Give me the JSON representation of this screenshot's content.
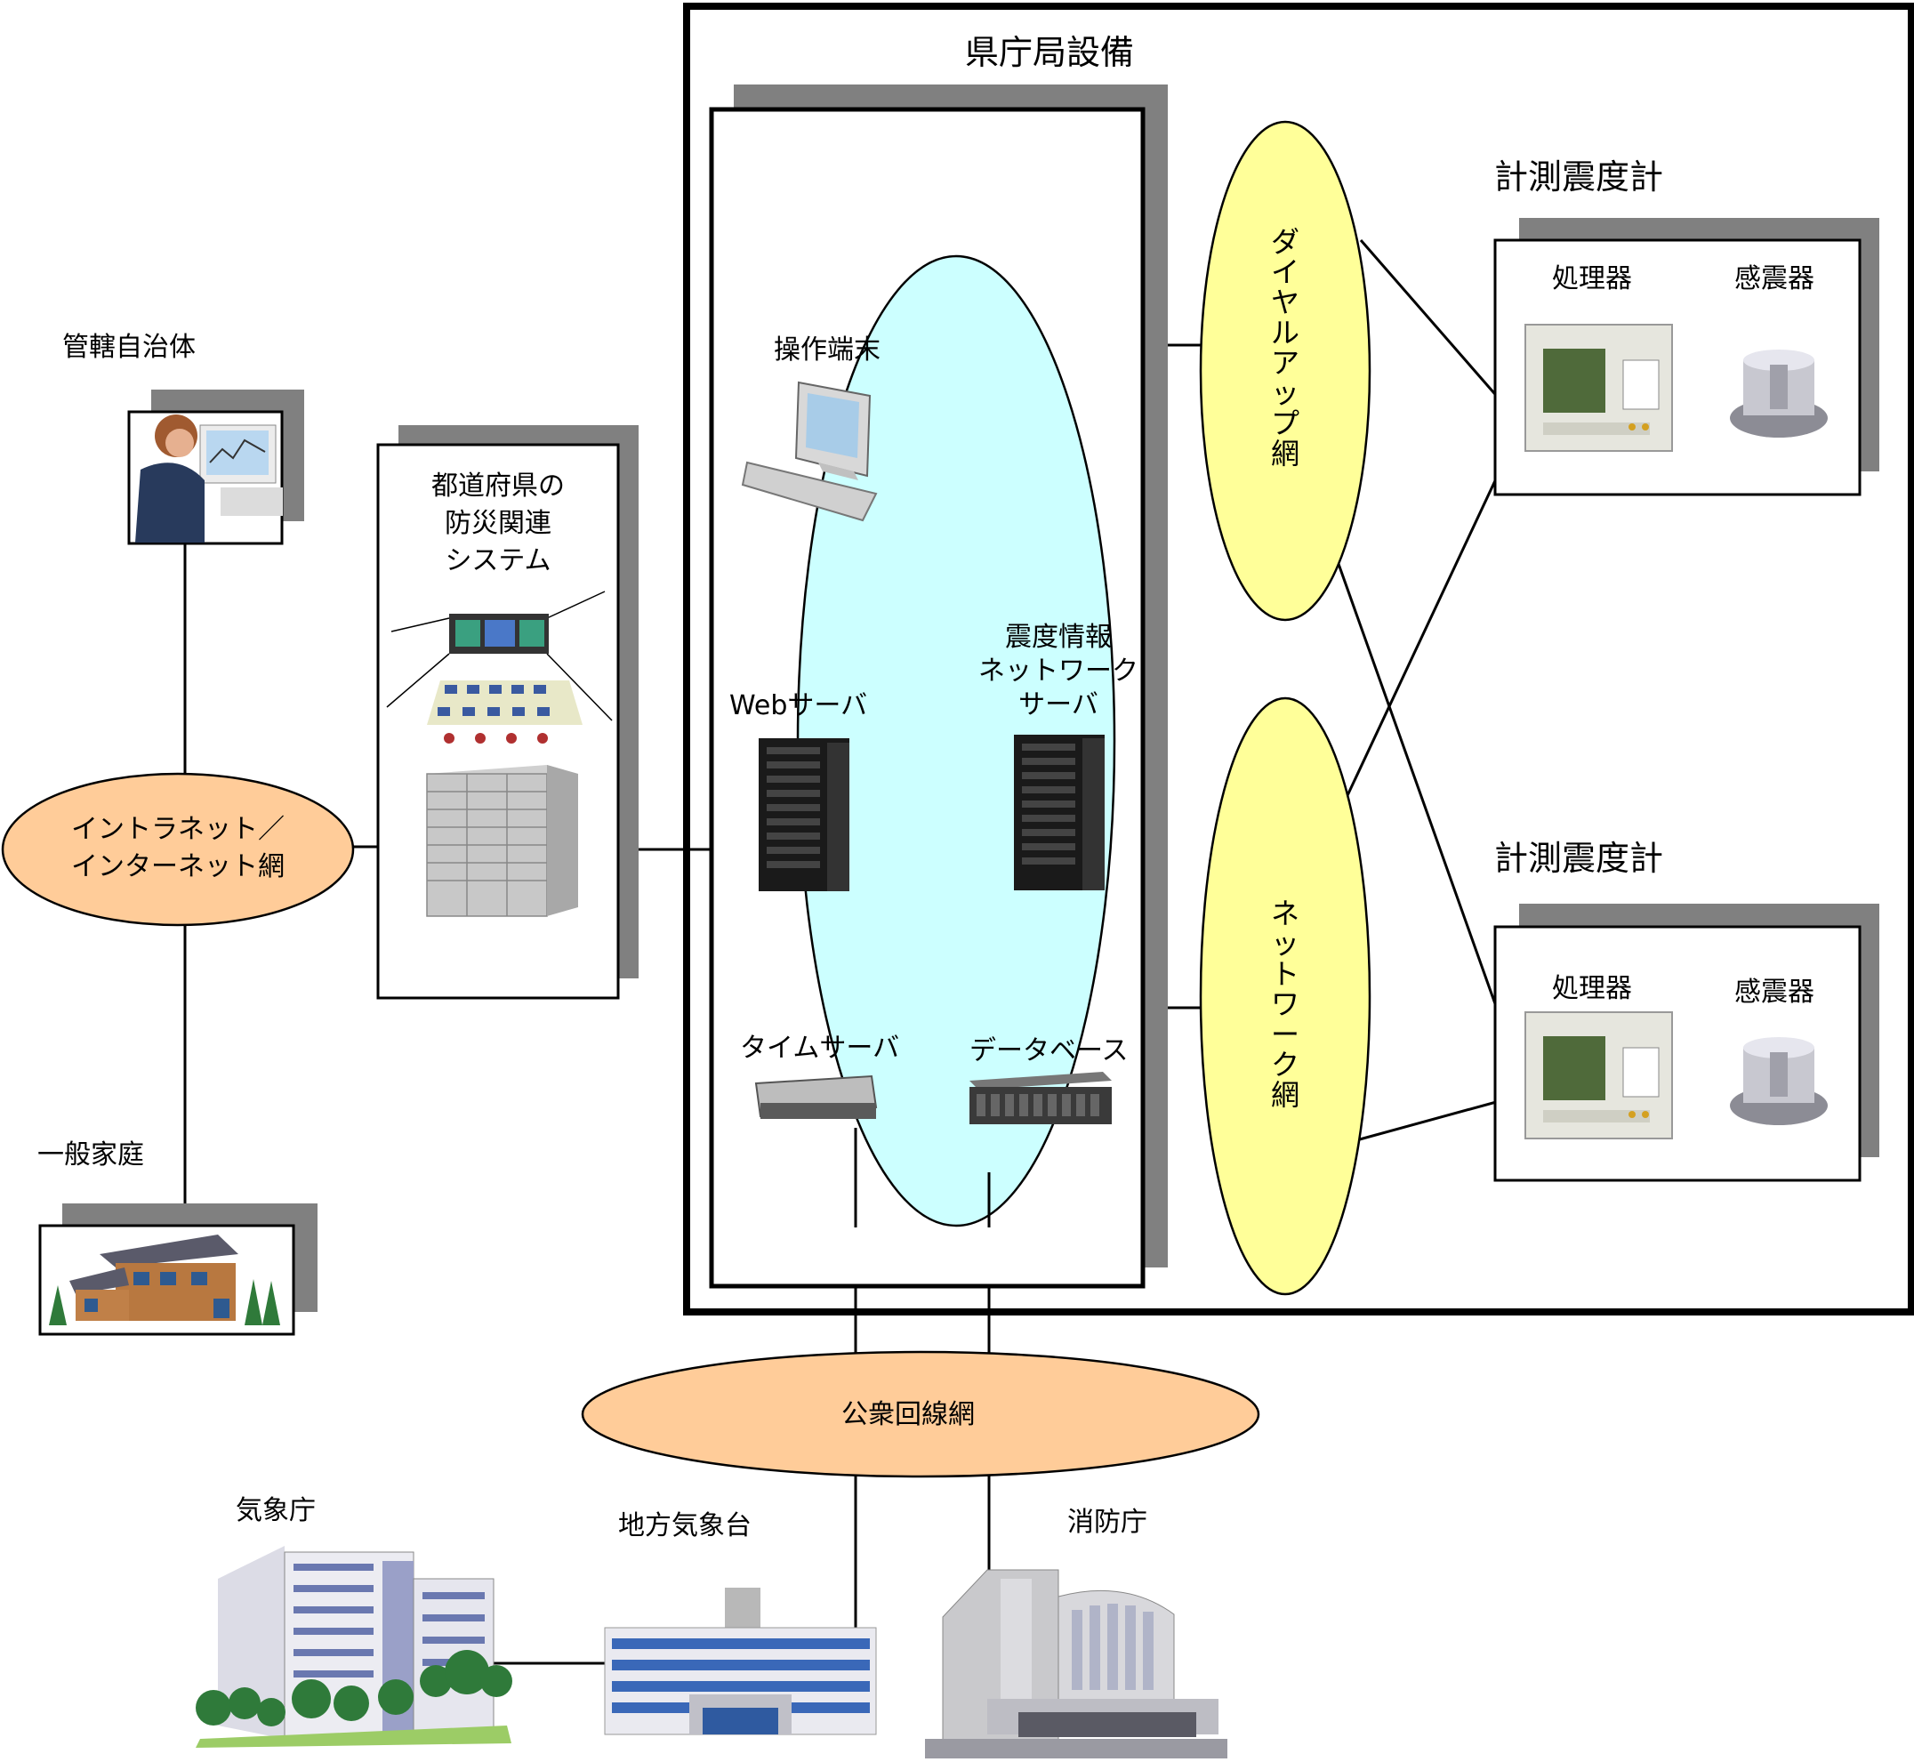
{
  "prefecture_facility": {
    "title": "県庁局設備"
  },
  "lan_nodes": {
    "operation_terminal": "操作端末",
    "web_server": "Webサーバ",
    "seismic_info_server": [
      "震度情報",
      "ネットワーク",
      "サーバ"
    ],
    "time_server": "タイムサーバ",
    "database": "データベース"
  },
  "networks": {
    "dialup": "ダイヤルアップ網",
    "network": "ネットワーク網",
    "intranet": [
      "イントラネット／",
      "インターネット網"
    ],
    "public_line": "公衆回線網"
  },
  "seismometers": [
    {
      "title": "計測震度計",
      "processor": "処理器",
      "sensor": "感震器"
    },
    {
      "title": "計測震度計",
      "processor": "処理器",
      "sensor": "感震器"
    }
  ],
  "left_side": {
    "municipality": "管轄自治体",
    "disaster_system": [
      "都道府県の",
      "防災関連",
      "システム"
    ],
    "household": "一般家庭"
  },
  "agencies": {
    "jma": "気象庁",
    "local_observatory": "地方気象台",
    "fire_agency": "消防庁"
  },
  "colors": {
    "lan_ellipse": "#ccffff",
    "wan_ellipse": "#ffff99",
    "orange_ellipse": "#ffcc99",
    "shadow": "#808080"
  }
}
